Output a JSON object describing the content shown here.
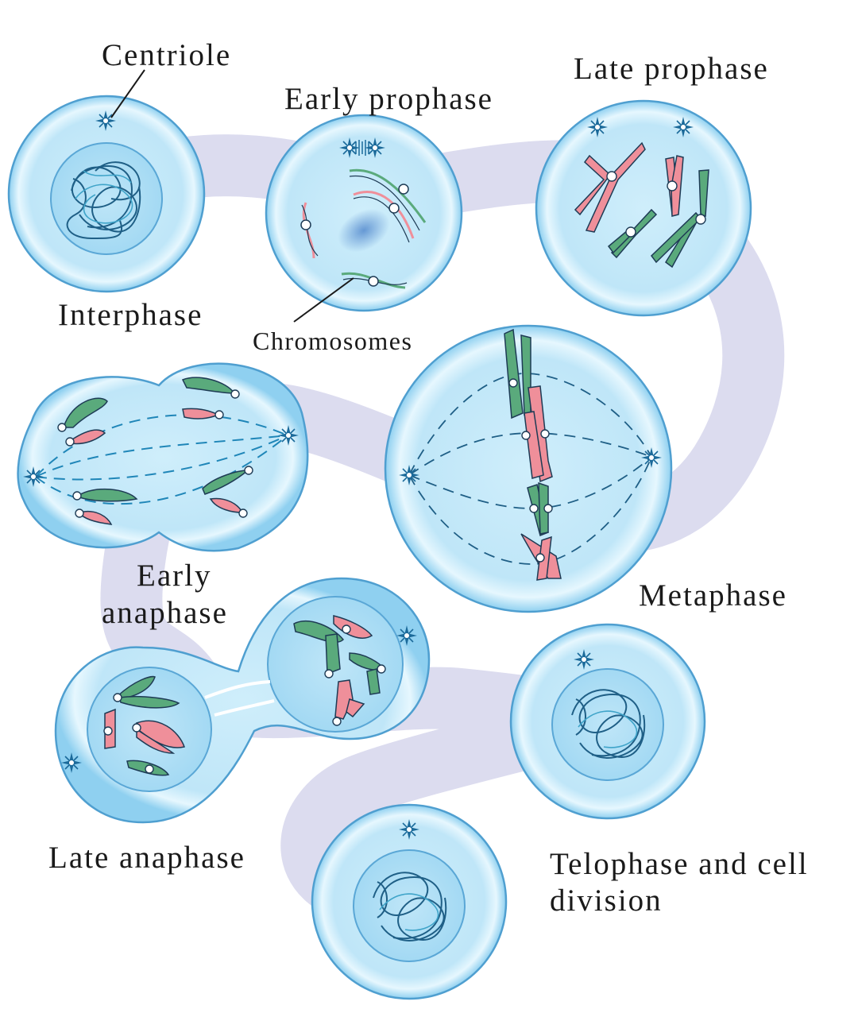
{
  "labels": {
    "centriole": "Centriole",
    "early_prophase": "Early prophase",
    "late_prophase": "Late prophase",
    "interphase": "Interphase",
    "chromosomes": "Chromosomes",
    "early_anaphase_line1": "Early",
    "early_anaphase_line2": "anaphase",
    "metaphase": "Metaphase",
    "late_anaphase": "Late anaphase",
    "telophase_line1": "Telophase and cell",
    "telophase_line2": "division"
  },
  "colors": {
    "path": "#d9d9ee",
    "cell_outer": "#9ed8f3",
    "cell_rim": "#4f9fd0",
    "cytoplasm": "#c6e9f8",
    "nucleus": "#b4e1f6",
    "chromatin": "#1f5f86",
    "chromosome_green": "#5aaa7c",
    "chromosome_pink": "#ef8f9a",
    "centriole": "#1b6a9a",
    "outline": "#1e3b55"
  }
}
